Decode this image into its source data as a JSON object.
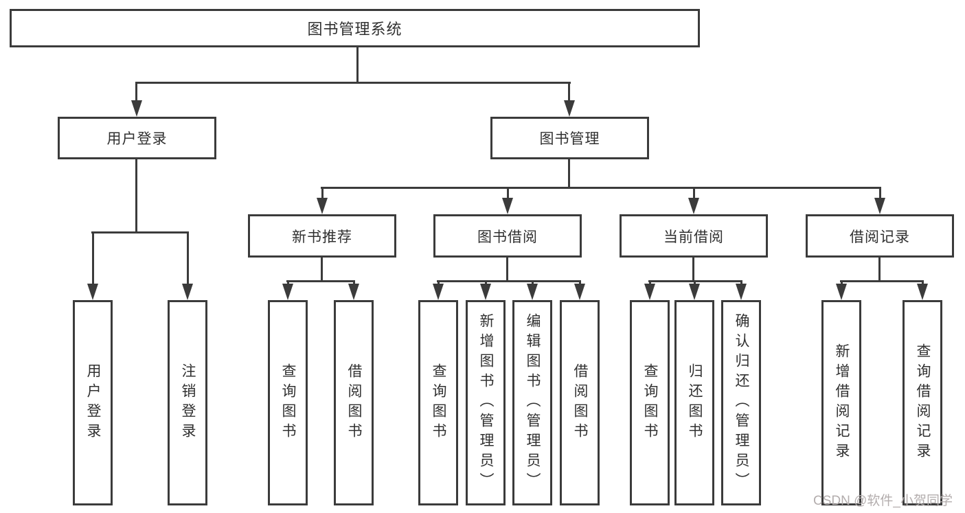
{
  "diagram_title": "图书管理系统",
  "colors": {
    "line": "#3b3b3b",
    "text": "#303030",
    "background": "#ffffff",
    "watermark": "#b3adad"
  },
  "nodes": {
    "root": "图书管理系统",
    "user_login": "用户登录",
    "book_mgmt": "图书管理",
    "new_book_rec": "新书推荐",
    "book_borrow": "图书借阅",
    "current_borrow": "当前借阅",
    "borrow_records": "借阅记录",
    "leaf_login": "用户登录",
    "leaf_logout": "注销登录",
    "leaf_rec_query": "查询图书",
    "leaf_rec_borrow": "借阅图书",
    "leaf_bor_query": "查询图书",
    "leaf_bor_add": "新增图书（管理员）",
    "leaf_bor_edit": "编辑图书（管理员）",
    "leaf_bor_borrow": "借阅图书",
    "leaf_cur_query": "查询图书",
    "leaf_cur_return": "归还图书",
    "leaf_cur_confirm": "确认归还（管理员）",
    "leaf_recd_add": "新增借阅记录",
    "leaf_recd_query": "查询借阅记录"
  },
  "watermark": "CSDN @软件_小贺同学"
}
